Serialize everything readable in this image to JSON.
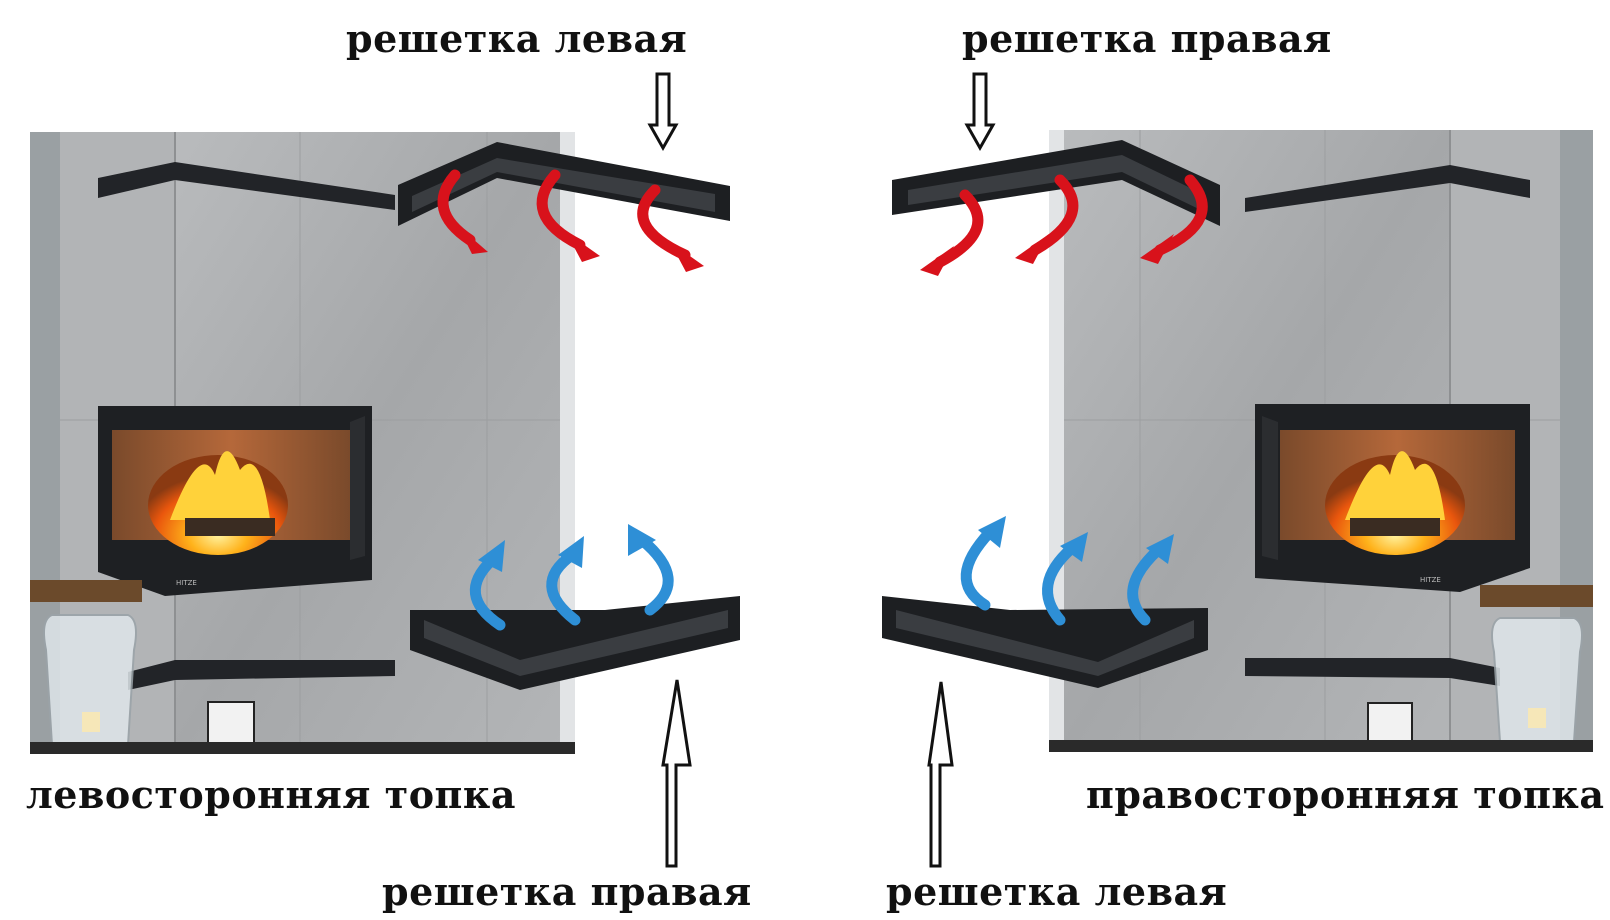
{
  "labels": {
    "top_left": "решетка левая",
    "top_right": "решетка правая",
    "side_left": "левосторонняя топка",
    "side_right": "правосторонняя топка",
    "bottom_left": "решетка правая",
    "bottom_right": "решетка левая"
  },
  "brand": {
    "left_plate": "HITZE",
    "right_plate": "HITZE"
  },
  "colors": {
    "concrete": "#a9abad",
    "grille": "#1d1f22",
    "hot_air": "#d8121b",
    "cold_air": "#2e8fd6",
    "fire": "#f28c12"
  },
  "icons": {
    "down_arrow": "outline-down-arrow-icon",
    "up_arrow": "outline-up-arrow-icon",
    "hot_flow": "red-curved-arrow-icon",
    "cold_flow": "blue-curved-arrow-icon"
  }
}
